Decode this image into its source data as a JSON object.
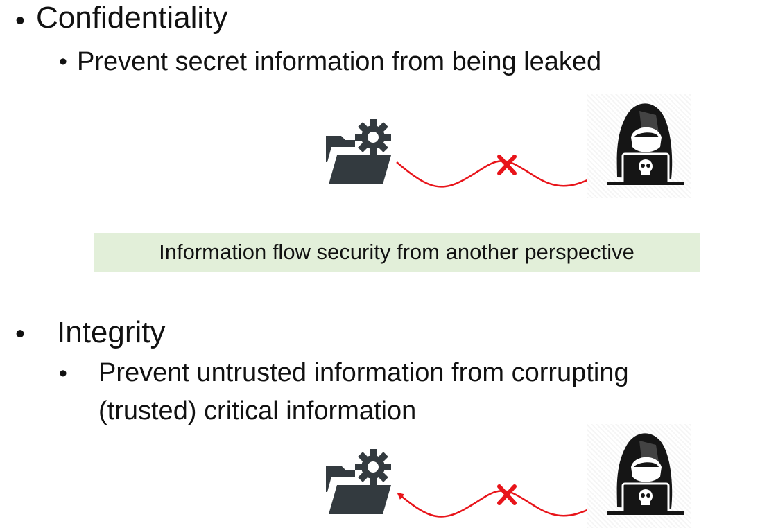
{
  "slide": {
    "sections": [
      {
        "bullet": "•",
        "title": "Confidentiality",
        "sub_bullet": "•",
        "subtitle": "Prevent secret information from being leaked",
        "flow": {
          "direction": "folder-to-hacker",
          "blocked_mark": "X"
        }
      },
      {
        "bullet": "•",
        "title": "Integrity",
        "sub_bullet": "•",
        "subtitle_line1": "Prevent untrusted information from corrupting",
        "subtitle_line2": "(trusted) critical information",
        "flow": {
          "direction": "hacker-to-folder",
          "blocked_mark": "X"
        }
      }
    ],
    "callout": "Information flow security from another perspective"
  },
  "colors": {
    "flow_line": "#e8141a",
    "icon_dark": "#333a3f",
    "hacker": "#151515",
    "callout_bg": "#e2efd9"
  },
  "icons": [
    "folder-gear-icon",
    "hacker-icon",
    "skull-icon",
    "blocked-x-icon"
  ]
}
